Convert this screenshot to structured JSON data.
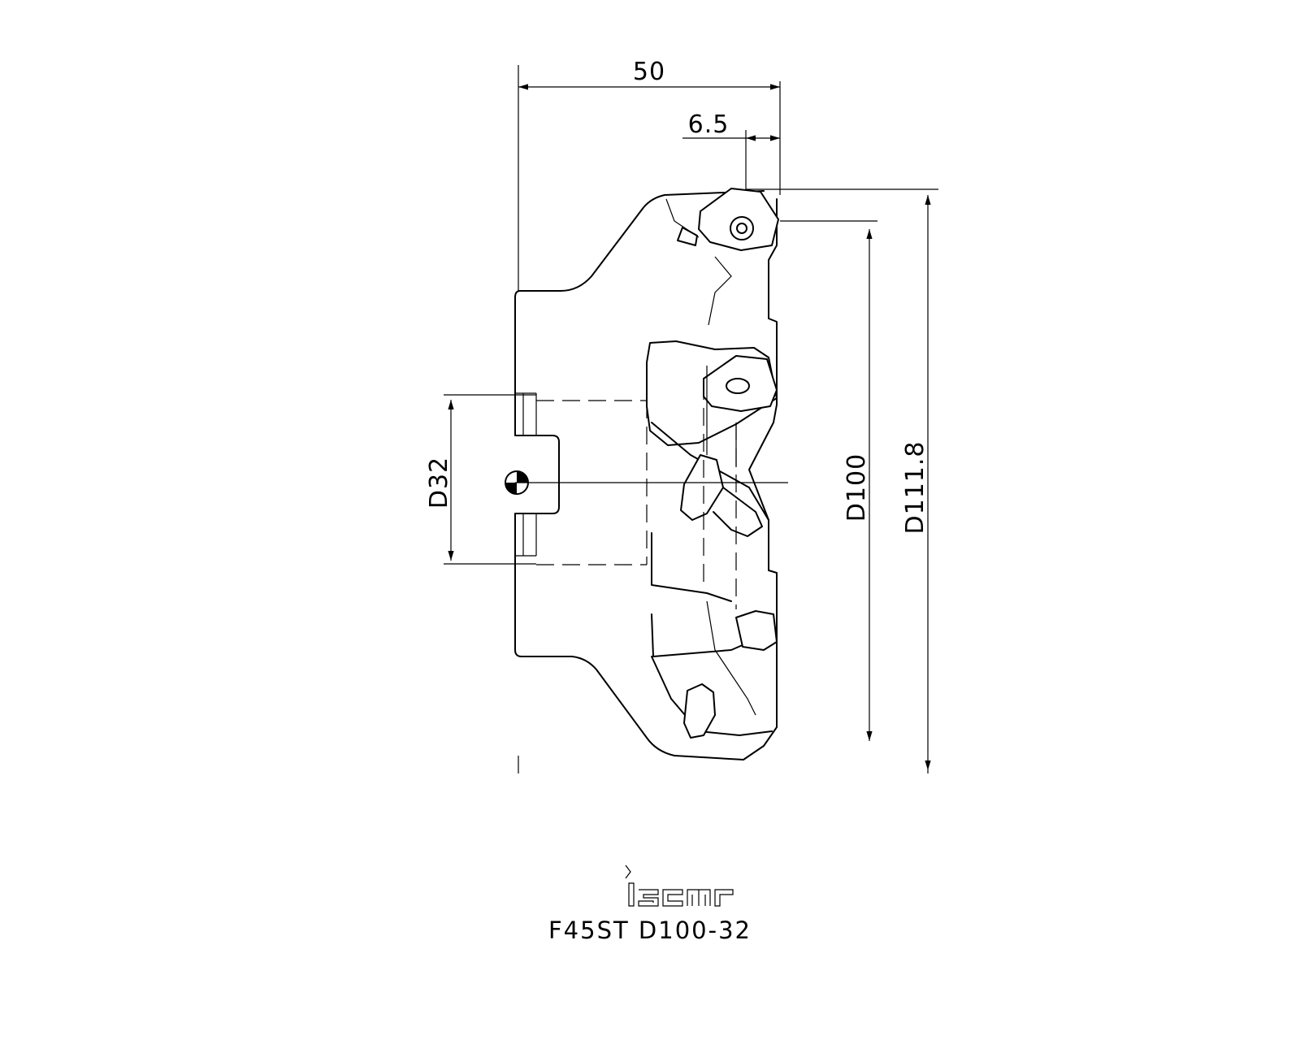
{
  "brand": "iscar",
  "part_number": "F45ST D100-32",
  "dimensions": {
    "length": "50",
    "insert_offset": "6.5",
    "bore": "D32",
    "cutting_diameter": "D100",
    "max_diameter": "D111.8"
  }
}
